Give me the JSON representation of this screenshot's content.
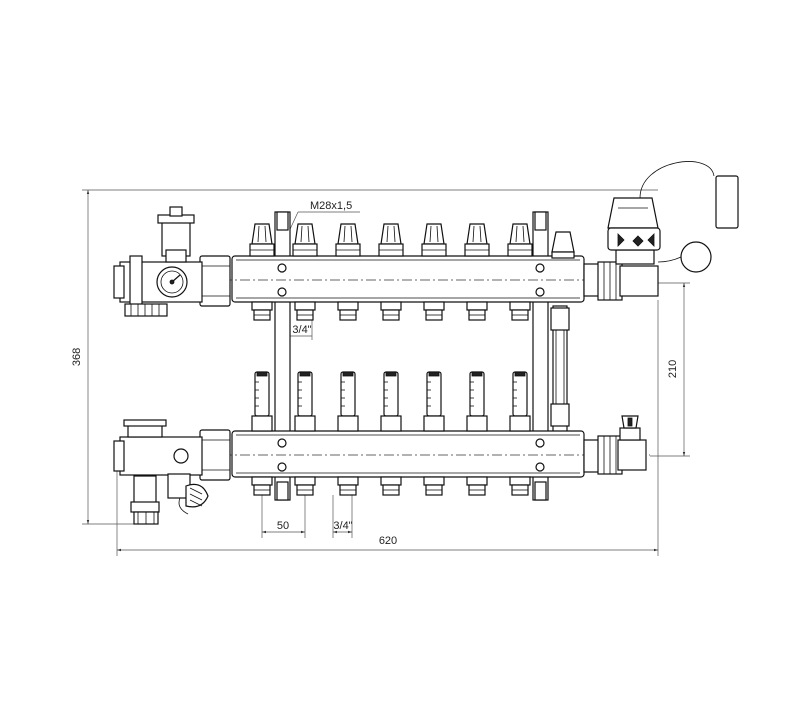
{
  "drawing": {
    "dimensions": {
      "total_height": "368",
      "distance_between_bars": "210",
      "total_width": "620",
      "outlet_spacing": "50",
      "outlet_thread_top": "3/4\"",
      "outlet_thread_bottom": "3/4\"",
      "valve_thread": "M28x1,5"
    },
    "outlets": 7
  }
}
